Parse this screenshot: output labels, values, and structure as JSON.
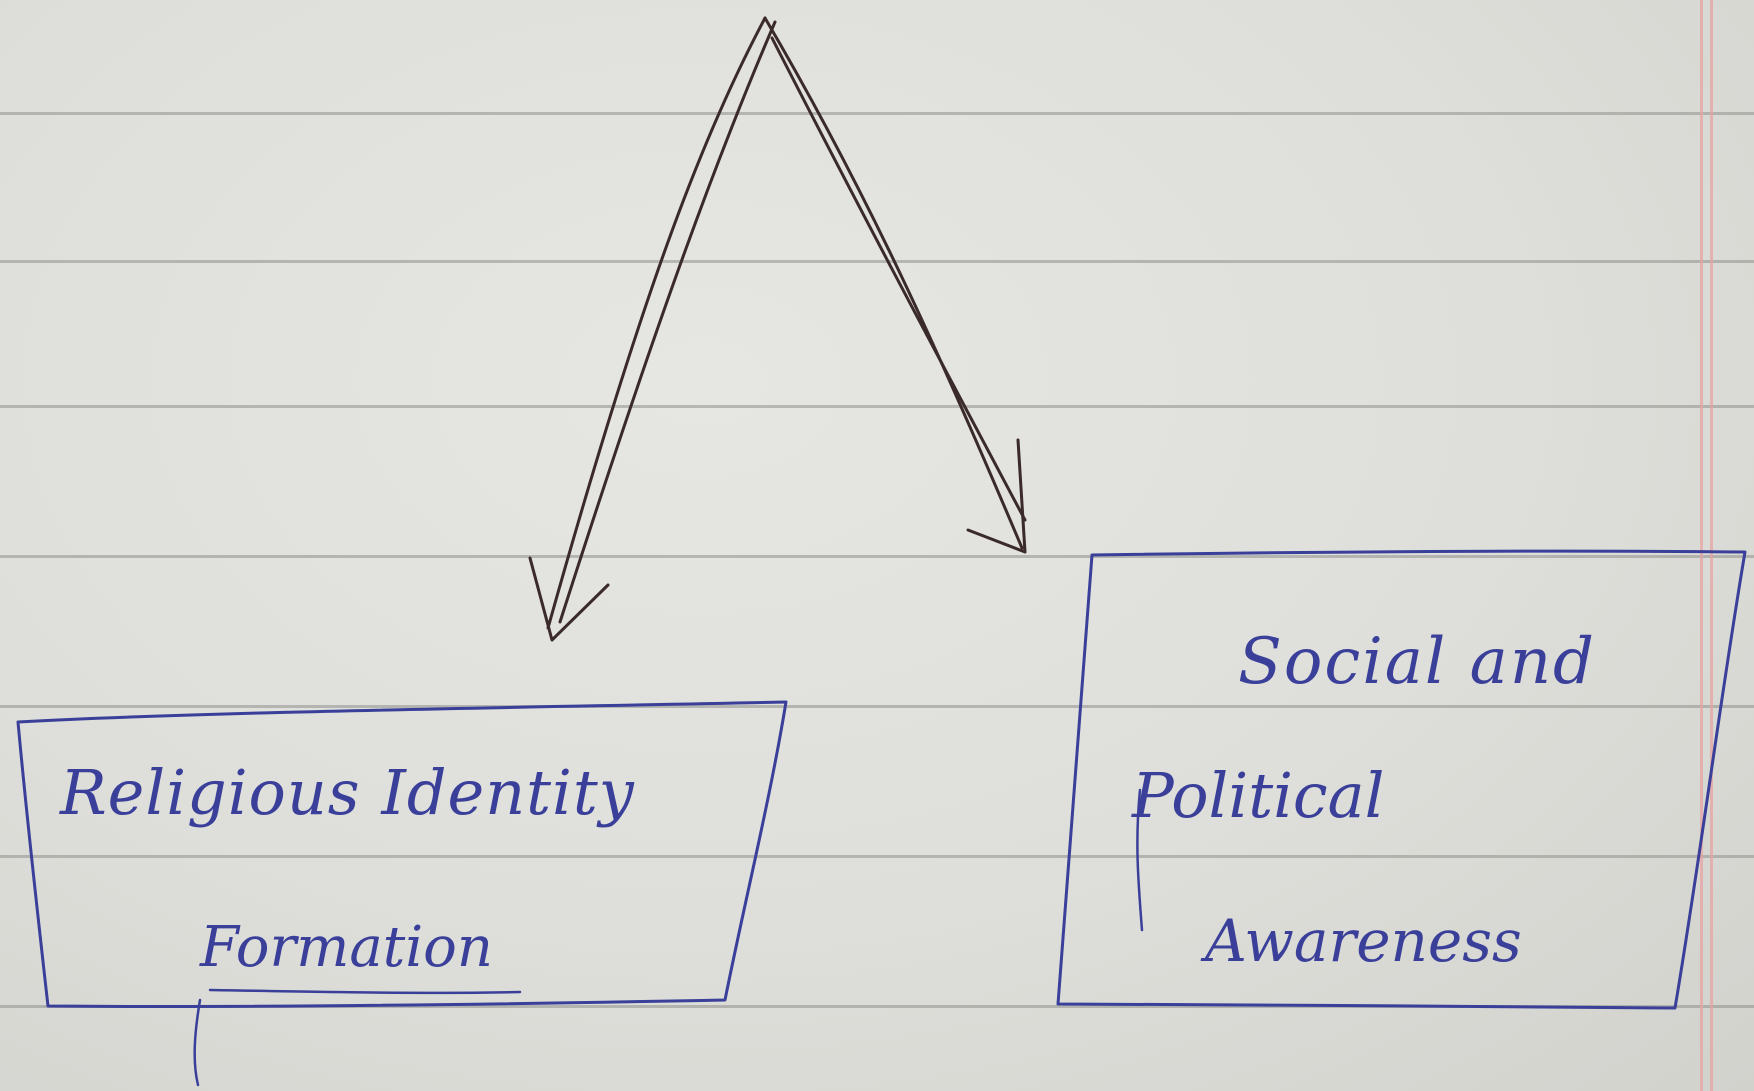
{
  "diagram": {
    "nodes": [
      {
        "id": "religious-identity-formation",
        "lines": [
          "Religious Identity",
          "Formation"
        ]
      },
      {
        "id": "social-and-political-awareness",
        "lines": [
          "Social and",
          "Political",
          "Awareness"
        ]
      }
    ],
    "edges": [
      {
        "from": "apex",
        "to": "religious-identity-formation"
      },
      {
        "from": "apex",
        "to": "social-and-political-awareness"
      }
    ]
  },
  "colors": {
    "paper": "#dededa",
    "rule_line": "#8f8f8c",
    "margin_line": "#e5a3a1",
    "blue_ink": "#3a3f9a",
    "dark_ink": "#3a2a2a"
  }
}
